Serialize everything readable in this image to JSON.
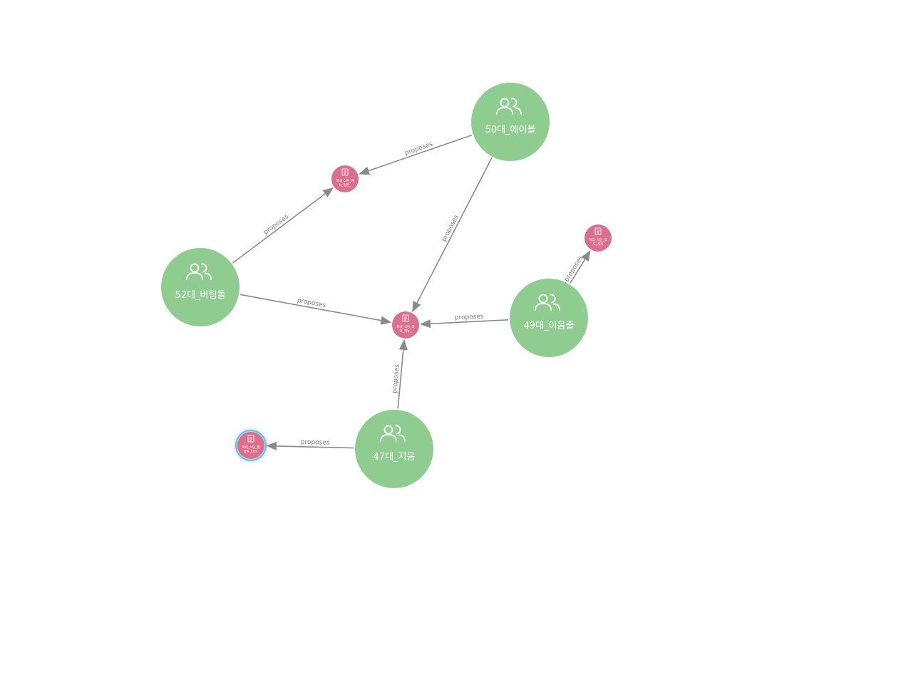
{
  "colors": {
    "group_node": "#8ecc8f",
    "proposal_node": "#d9708f",
    "edge": "#8a8a8a",
    "selected_ring": "#5fc2e8"
  },
  "nodes": [
    {
      "id": "n50",
      "kind": "group",
      "icon": "users-icon",
      "label": "50대_에이블"
    },
    {
      "id": "n52",
      "kind": "group",
      "icon": "users-icon",
      "label": "52대_버팀돌"
    },
    {
      "id": "n49",
      "kind": "group",
      "icon": "users-icon",
      "label": "49대_이음줄"
    },
    {
      "id": "n47",
      "kind": "group",
      "icon": "users-icon",
      "label": "47대_지음"
    },
    {
      "id": "pA",
      "kind": "proposal",
      "icon": "document-icon",
      "label_lines": [
        "학내_식당_메",
        "뉴_정본_"
      ]
    },
    {
      "id": "pB",
      "kind": "proposal",
      "icon": "document-icon",
      "label_lines": [
        "학내_식당_최",
        "적_메뉴_"
      ]
    },
    {
      "id": "pC",
      "kind": "proposal",
      "icon": "document-icon",
      "label_lines": [
        "학교_식당_의",
        "도_제작"
      ]
    },
    {
      "id": "pD",
      "kind": "proposal",
      "icon": "document-icon",
      "label_lines": [
        "학내_식당_활",
        "성화_방안_"
      ],
      "selected": true
    }
  ],
  "edges": [
    {
      "from": "n50",
      "to": "pA",
      "label": "proposes"
    },
    {
      "from": "n52",
      "to": "pA",
      "label": "proposes"
    },
    {
      "from": "n50",
      "to": "pB",
      "label": "proposes"
    },
    {
      "from": "n52",
      "to": "pB",
      "label": "proposes"
    },
    {
      "from": "n49",
      "to": "pB",
      "label": "proposes"
    },
    {
      "from": "n47",
      "to": "pB",
      "label": "proposes"
    },
    {
      "from": "n49",
      "to": "pC",
      "label": "proposes"
    },
    {
      "from": "n47",
      "to": "pD",
      "label": "proposes"
    }
  ]
}
